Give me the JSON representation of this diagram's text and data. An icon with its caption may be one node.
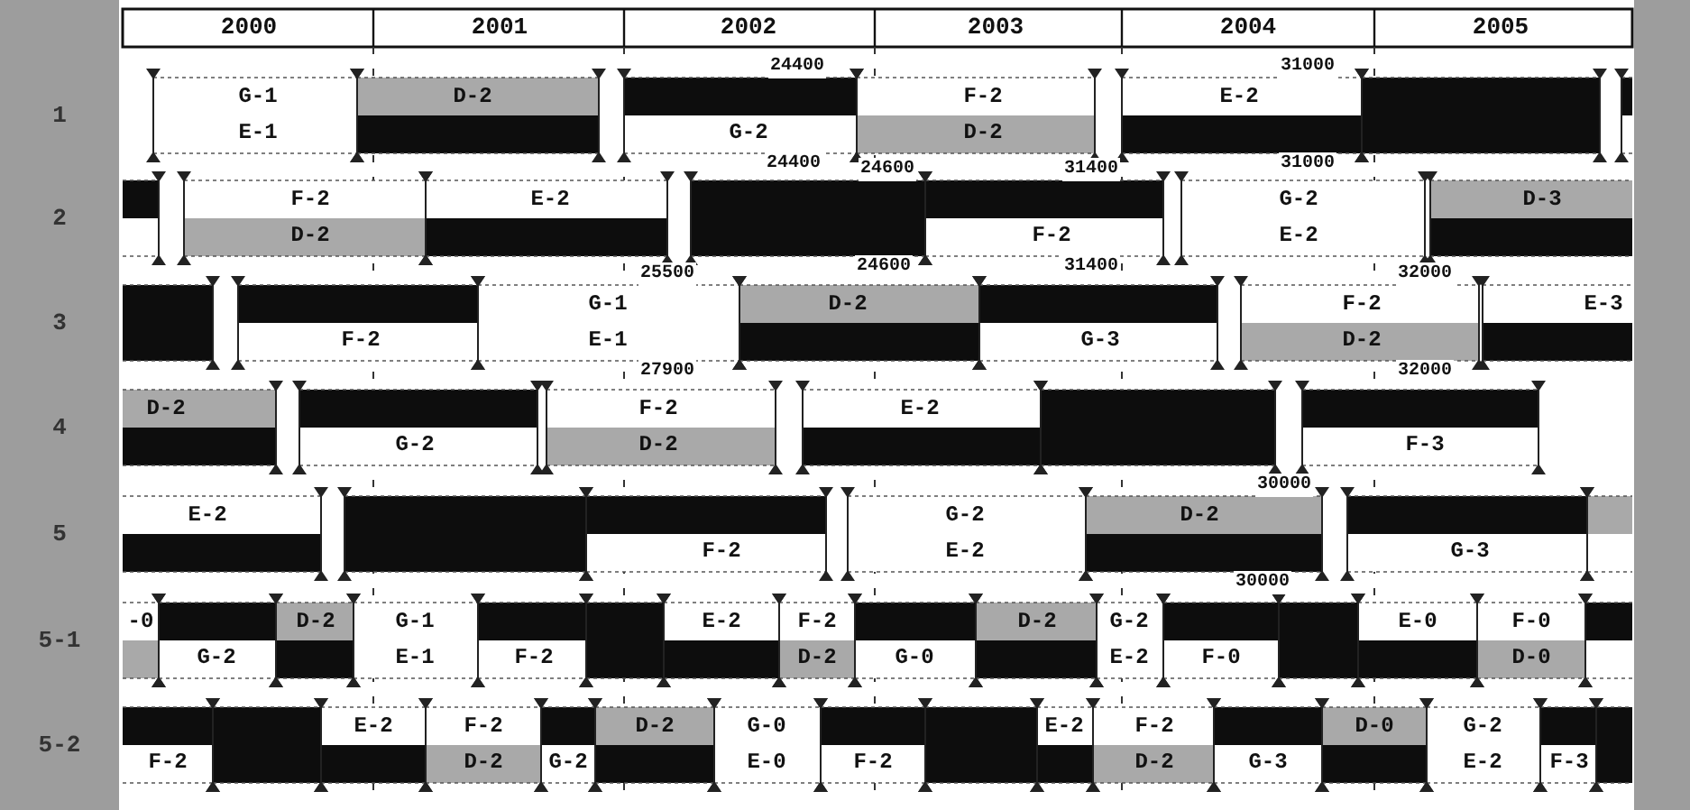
{
  "diagram": {
    "labels": [
      "2000",
      "2001",
      "2002",
      "2003",
      "2004",
      "2005",
      "1",
      "2",
      "3",
      "4",
      "5",
      "5-1",
      "5-2",
      "G-1",
      "E-1",
      "D-2",
      "24400",
      "G-2",
      "24400",
      "F-2",
      "D-2",
      "E-2",
      "31000",
      "31000",
      "F-2",
      "D-2",
      "E-2",
      "24600",
      "24600",
      "F-2",
      "31400",
      "31400",
      "G-2",
      "E-2",
      "D-3",
      "F-2",
      "G-1",
      "E-1",
      "25500",
      "27900",
      "D-2",
      "G-3",
      "F-2",
      "D-2",
      "32000",
      "32000",
      "E-3",
      "D-2",
      "G-2",
      "F-2",
      "D-2",
      "E-2",
      "F-3",
      "E-2",
      "F-2",
      "G-2",
      "E-2",
      "D-2",
      "30000",
      "30000",
      "G-3",
      "-0",
      "G-2",
      "D-2",
      "G-1",
      "E-1",
      "F-2",
      "E-2",
      "F-2",
      "D-2",
      "G-0",
      "D-2",
      "G-2",
      "E-2",
      "F-0",
      "E-0",
      "F-0",
      "D-0",
      "F-2",
      "E-2",
      "F-2",
      "D-2",
      "G-2",
      "D-2",
      "G-0",
      "E-0",
      "F-2",
      "E-2",
      "F-2",
      "D-2",
      "G-3",
      "D-0",
      "G-2",
      "E-2",
      "F-3"
    ]
  }
}
